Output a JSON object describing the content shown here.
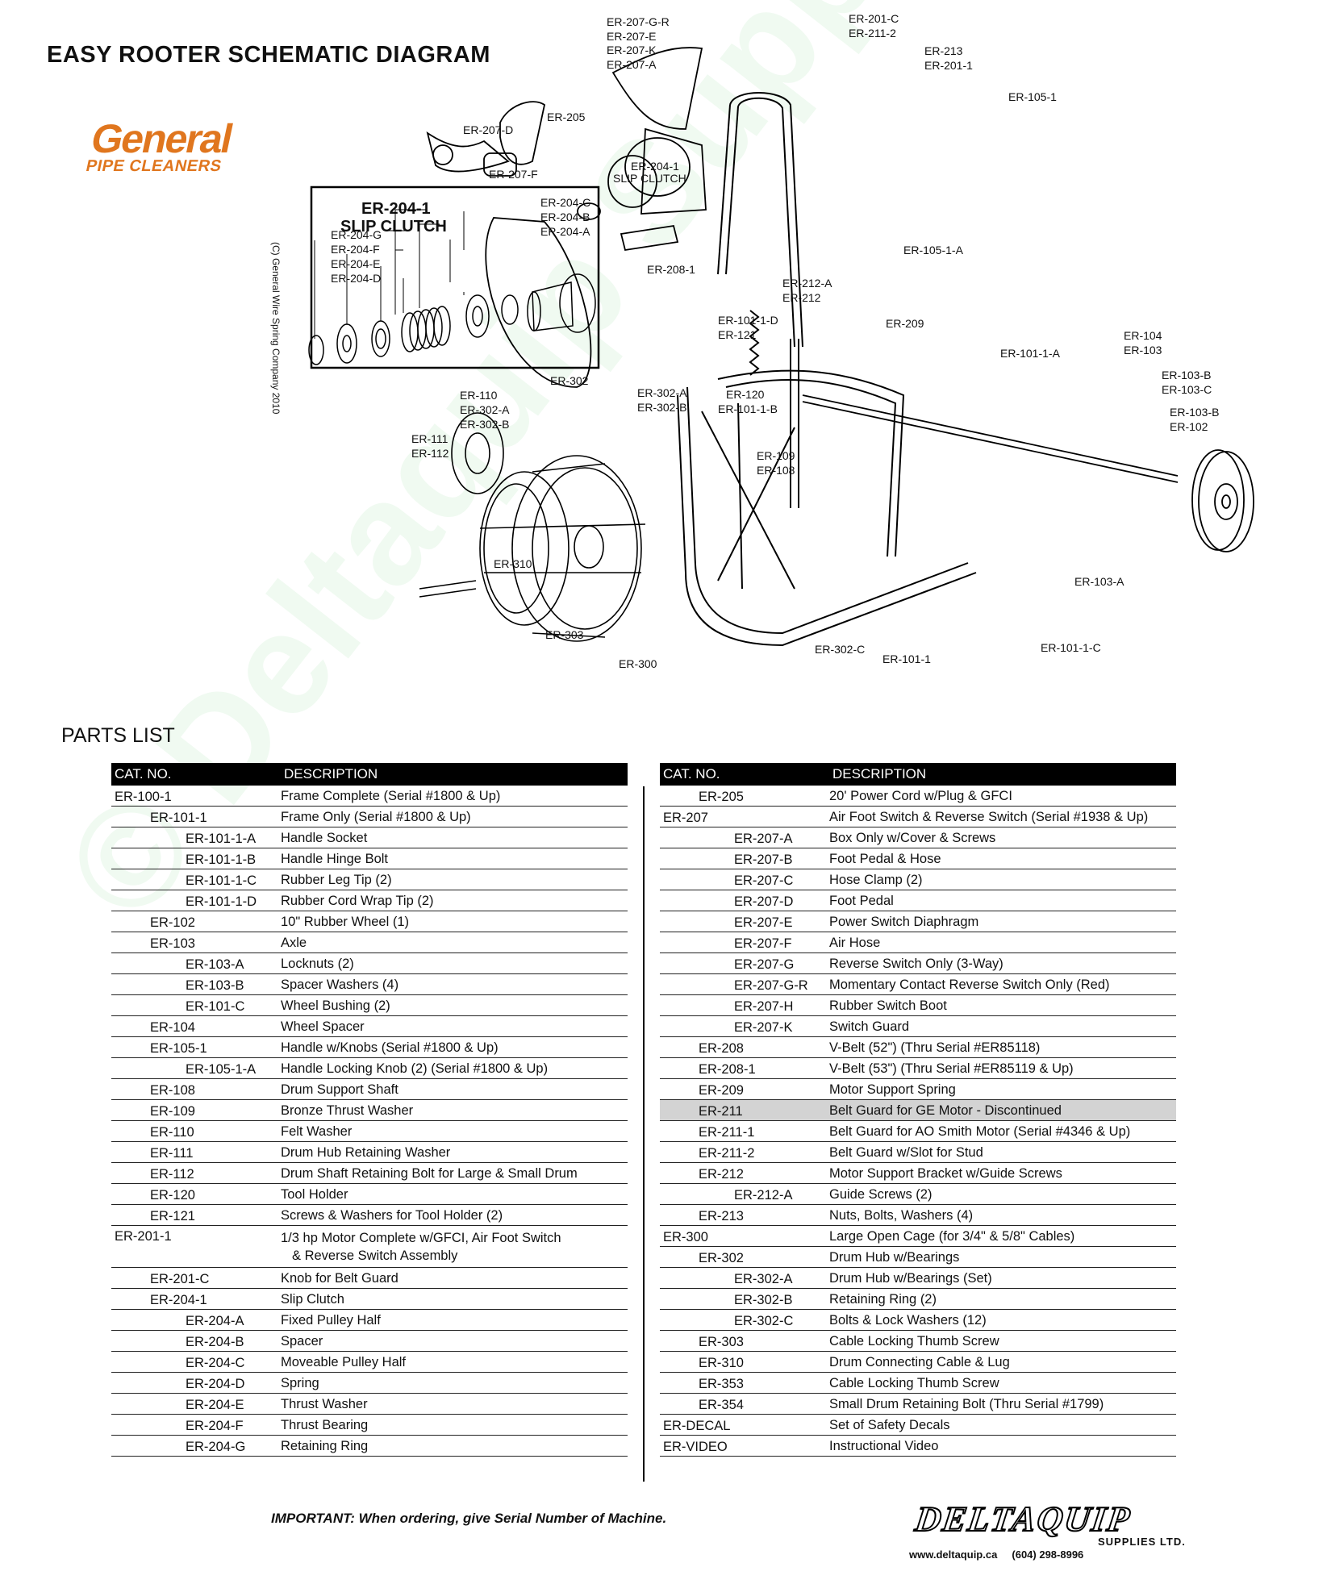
{
  "header": {
    "title": "EASY ROOTER SCHEMATIC DIAGRAM",
    "logo_line1": "General",
    "logo_line2": "PIPE CLEANERS"
  },
  "diagram": {
    "copyright": "(C) General Wire Spring Company 2010",
    "clutch_box_title1": "ER-204-1",
    "clutch_box_title2": "SLIP CLUTCH",
    "labels": [
      "ER-207-G-R",
      "ER-207-E",
      "ER-207-K",
      "ER-207-A",
      "ER-201-C",
      "ER-211-2",
      "ER-213",
      "ER-201-1",
      "ER-105-1",
      "ER-205",
      "ER-207-D",
      "ER-204-1",
      "SLIP CLUTCH",
      "ER-207-F",
      "ER-204-C",
      "ER-204-B",
      "ER-204-A",
      "ER-204-G",
      "ER-204-F",
      "ER-204-E",
      "ER-204-D",
      "ER-208-1",
      "ER-105-1-A",
      "ER-212-A",
      "ER-212",
      "ER-101-1-D",
      "ER-121",
      "ER-209",
      "ER-101-1-A",
      "ER-104",
      "ER-103",
      "ER-302",
      "ER-302-A",
      "ER-302-B",
      "ER-110",
      "ER-302-A",
      "ER-302-B",
      "ER-120",
      "ER-101-1-B",
      "ER-103-B",
      "ER-103-C",
      "ER-103-B",
      "ER-102",
      "ER-111",
      "ER-112",
      "ER-109",
      "ER-108",
      "ER-310",
      "ER-103-A",
      "ER-303",
      "ER-302-C",
      "ER-101-1",
      "ER-101-1-C",
      "ER-300"
    ]
  },
  "parts": {
    "heading": "PARTS LIST",
    "col_catno": "CAT. NO.",
    "col_desc": "DESCRIPTION",
    "left": [
      {
        "cat": "ER-100-1",
        "desc": "Frame Complete (Serial #1800 & Up)"
      },
      {
        "cat": "ER-101-1",
        "desc": "Frame Only (Serial #1800 & Up)"
      },
      {
        "cat": "ER-101-1-A",
        "desc": "Handle Socket"
      },
      {
        "cat": "ER-101-1-B",
        "desc": "Handle Hinge Bolt"
      },
      {
        "cat": "ER-101-1-C",
        "desc": "Rubber Leg Tip (2)"
      },
      {
        "cat": "ER-101-1-D",
        "desc": "Rubber Cord Wrap Tip (2)"
      },
      {
        "cat": "ER-102",
        "desc": "10\" Rubber Wheel (1)"
      },
      {
        "cat": "ER-103",
        "desc": "Axle"
      },
      {
        "cat": "ER-103-A",
        "desc": "Locknuts (2)"
      },
      {
        "cat": "ER-103-B",
        "desc": "Spacer Washers (4)"
      },
      {
        "cat": "ER-101-C",
        "desc": "Wheel Bushing (2)"
      },
      {
        "cat": "ER-104",
        "desc": "Wheel Spacer"
      },
      {
        "cat": "ER-105-1",
        "desc": "Handle w/Knobs (Serial #1800 & Up)"
      },
      {
        "cat": "ER-105-1-A",
        "desc": "Handle Locking Knob (2) (Serial #1800 & Up)"
      },
      {
        "cat": "ER-108",
        "desc": "Drum Support Shaft"
      },
      {
        "cat": "ER-109",
        "desc": "Bronze Thrust Washer"
      },
      {
        "cat": "ER-110",
        "desc": "Felt Washer"
      },
      {
        "cat": "ER-111",
        "desc": "Drum Hub Retaining Washer"
      },
      {
        "cat": "ER-112",
        "desc": "Drum Shaft Retaining Bolt for Large & Small Drum"
      },
      {
        "cat": "ER-120",
        "desc": "Tool Holder"
      },
      {
        "cat": "ER-121",
        "desc": "Screws & Washers for Tool Holder (2)"
      },
      {
        "cat": "ER-201-1",
        "desc": "1/3 hp Motor Complete w/GFCI, Air Foot Switch",
        "desc2": "& Reverse Switch Assembly"
      },
      {
        "cat": "ER-201-C",
        "desc": "Knob for Belt Guard"
      },
      {
        "cat": "ER-204-1",
        "desc": "Slip Clutch"
      },
      {
        "cat": "ER-204-A",
        "desc": "Fixed Pulley Half"
      },
      {
        "cat": "ER-204-B",
        "desc": "Spacer"
      },
      {
        "cat": "ER-204-C",
        "desc": "Moveable Pulley Half"
      },
      {
        "cat": "ER-204-D",
        "desc": "Spring"
      },
      {
        "cat": "ER-204-E",
        "desc": "Thrust Washer"
      },
      {
        "cat": "ER-204-F",
        "desc": "Thrust Bearing"
      },
      {
        "cat": "ER-204-G",
        "desc": "Retaining Ring"
      }
    ],
    "right": [
      {
        "cat": "ER-205",
        "desc": "20' Power Cord w/Plug & GFCI"
      },
      {
        "cat": "ER-207",
        "desc": "Air Foot Switch & Reverse Switch (Serial #1938 & Up)"
      },
      {
        "cat": "ER-207-A",
        "desc": "Box Only w/Cover & Screws"
      },
      {
        "cat": "ER-207-B",
        "desc": "Foot Pedal & Hose"
      },
      {
        "cat": "ER-207-C",
        "desc": "Hose Clamp (2)"
      },
      {
        "cat": "ER-207-D",
        "desc": "Foot Pedal"
      },
      {
        "cat": "ER-207-E",
        "desc": "Power Switch Diaphragm"
      },
      {
        "cat": "ER-207-F",
        "desc": "Air Hose"
      },
      {
        "cat": "ER-207-G",
        "desc": "Reverse Switch Only (3-Way)"
      },
      {
        "cat": "ER-207-G-R",
        "desc": "Momentary Contact Reverse Switch Only (Red)"
      },
      {
        "cat": "ER-207-H",
        "desc": "Rubber Switch Boot"
      },
      {
        "cat": "ER-207-K",
        "desc": "Switch Guard"
      },
      {
        "cat": "ER-208",
        "desc": "V-Belt (52\") (Thru Serial #ER85118)"
      },
      {
        "cat": "ER-208-1",
        "desc": "V-Belt (53\") (Thru Serial #ER85119 & Up)"
      },
      {
        "cat": "ER-209",
        "desc": "Motor Support Spring"
      },
      {
        "cat": "ER-211",
        "desc": "Belt Guard for GE Motor - Discontinued"
      },
      {
        "cat": "ER-211-1",
        "desc": "Belt Guard for AO Smith Motor (Serial #4346 & Up)"
      },
      {
        "cat": "ER-211-2",
        "desc": "Belt Guard w/Slot for Stud"
      },
      {
        "cat": "ER-212",
        "desc": "Motor Support Bracket w/Guide Screws"
      },
      {
        "cat": "ER-212-A",
        "desc": "Guide Screws (2)"
      },
      {
        "cat": "ER-213",
        "desc": "Nuts, Bolts, Washers (4)"
      },
      {
        "cat": "ER-300",
        "desc": "Large Open Cage (for 3/4\" & 5/8\" Cables)"
      },
      {
        "cat": "ER-302",
        "desc": "Drum Hub w/Bearings"
      },
      {
        "cat": "ER-302-A",
        "desc": "Drum Hub w/Bearings (Set)"
      },
      {
        "cat": "ER-302-B",
        "desc": "Retaining Ring (2)"
      },
      {
        "cat": "ER-302-C",
        "desc": "Bolts & Lock Washers (12)"
      },
      {
        "cat": "ER-303",
        "desc": "Cable Locking Thumb Screw"
      },
      {
        "cat": "ER-310",
        "desc": "Drum Connecting Cable & Lug"
      },
      {
        "cat": "ER-353",
        "desc": "Cable Locking Thumb Screw"
      },
      {
        "cat": "ER-354",
        "desc": "Small Drum Retaining Bolt (Thru Serial #1799)"
      },
      {
        "cat": "ER-DECAL",
        "desc": "Set of Safety Decals"
      },
      {
        "cat": "ER-VIDEO",
        "desc": "Instructional Video"
      }
    ]
  },
  "footer": {
    "important": "IMPORTANT: When ordering, give Serial Number of Machine.",
    "brand": "DELTAQUIP",
    "brand_sub": "SUPPLIES LTD.",
    "website": "www.deltaquip.ca",
    "phone": "(604) 298-8996"
  },
  "watermark": "© Deltaquip Supplies Ltd.",
  "colors": {
    "logo_orange": "#e0761e",
    "watermark_green": "#8cdc96",
    "highlight_gray": "#d3d3d3"
  }
}
